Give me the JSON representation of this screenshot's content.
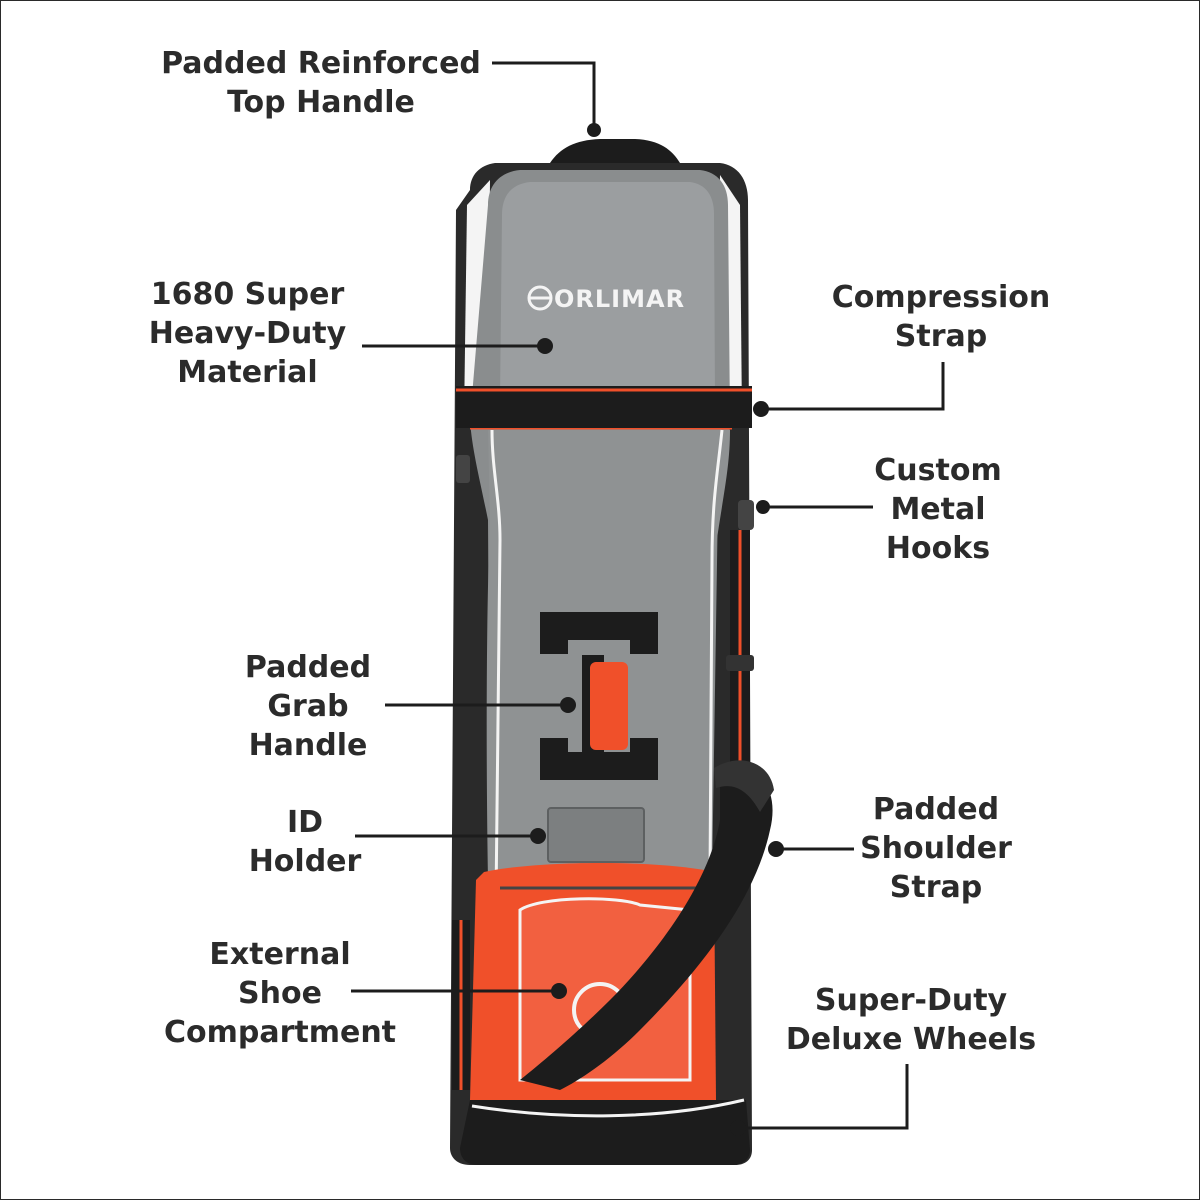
{
  "colors": {
    "bag_gray": "#8a8d8e",
    "bag_gray_light": "#9b9ea0",
    "accent_orange": "#f0502a",
    "strap_black": "#1c1c1c",
    "trim_white": "#f4f4f4",
    "label_text": "#2b2b2b"
  },
  "brand": {
    "logo_text": "ORLIMAR"
  },
  "callouts": {
    "top_handle": {
      "lines": [
        "Padded Reinforced",
        "Top Handle"
      ]
    },
    "material": {
      "lines": [
        "1680 Super",
        "Heavy-Duty",
        "Material"
      ]
    },
    "compression_strap": {
      "lines": [
        "Compression",
        "Strap"
      ]
    },
    "metal_hooks": {
      "lines": [
        "Custom",
        "Metal",
        "Hooks"
      ]
    },
    "grab_handle": {
      "lines": [
        "Padded",
        "Grab",
        "Handle"
      ]
    },
    "id_holder": {
      "lines": [
        "ID",
        "Holder"
      ]
    },
    "shoulder_strap": {
      "lines": [
        "Padded",
        "Shoulder",
        "Strap"
      ]
    },
    "shoe_compartment": {
      "lines": [
        "External",
        "Shoe",
        "Compartment"
      ]
    },
    "wheels": {
      "lines": [
        "Super-Duty",
        "Deluxe Wheels"
      ]
    }
  }
}
